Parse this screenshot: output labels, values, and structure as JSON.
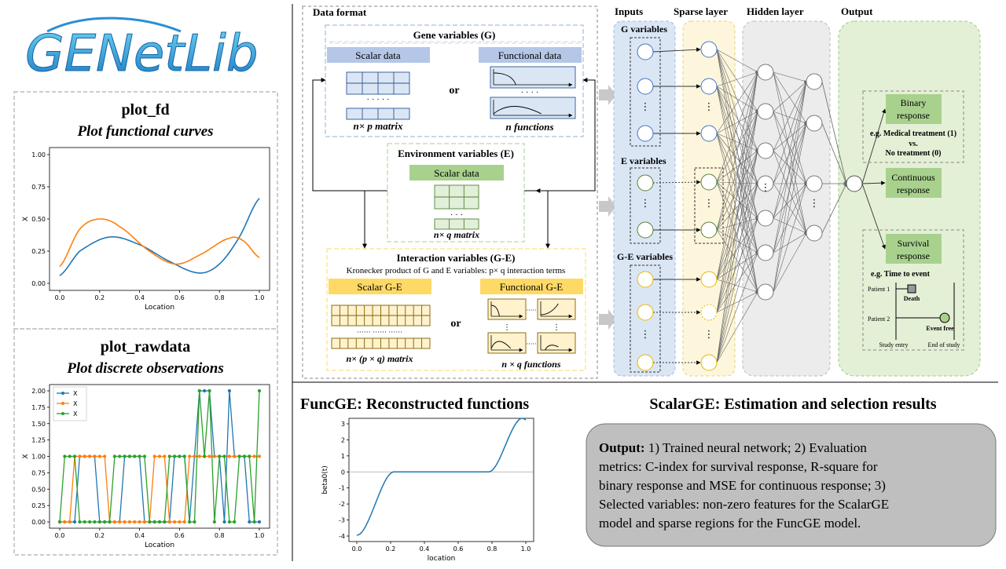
{
  "logo": {
    "text": "GENetLib"
  },
  "plot_fd": {
    "title": "plot_fd",
    "subtitle": "Plot functional curves",
    "xlabel": "Location",
    "ylabel": "X",
    "xticks": [
      "0.0",
      "0.2",
      "0.4",
      "0.6",
      "0.8",
      "1.0"
    ],
    "yticks": [
      "0.00",
      "0.25",
      "0.50",
      "0.75",
      "1.00"
    ]
  },
  "plot_rawdata": {
    "title": "plot_rawdata",
    "subtitle": "Plot discrete observations",
    "xlabel": "Location",
    "ylabel": "X",
    "xticks": [
      "0.0",
      "0.2",
      "0.4",
      "0.6",
      "0.8",
      "1.0"
    ],
    "yticks": [
      "0.00",
      "0.25",
      "0.50",
      "0.75",
      "1.00",
      "1.25",
      "1.50",
      "1.75",
      "2.00"
    ],
    "legend": [
      "X",
      "X",
      "X"
    ]
  },
  "data_format": {
    "title": "Data format",
    "gene": {
      "title": "Gene variables (G)",
      "scalar": "Scalar data",
      "functional": "Functional data",
      "or": "or",
      "dots": "· · · · ·",
      "fdots": "· · · ·",
      "matrix": "n× p matrix",
      "functions": "n  functions"
    },
    "env": {
      "title": "Environment variables (E)",
      "scalar": "Scalar data",
      "dots": "· · ·",
      "matrix": "n× q matrix"
    },
    "inter": {
      "title": "Interaction variables (G-E)",
      "subtitle": "Kronecker product of G and E variables: p× q interaction terms",
      "scalar": "Scalar G-E",
      "functional": "Functional G-E",
      "or": "or",
      "dots": "······ ······ ······",
      "matrix": "n× (p  × q) matrix",
      "functions": "n  × q functions"
    }
  },
  "network": {
    "inputs": "Inputs",
    "sparse": "Sparse layer",
    "hidden": "Hidden layer",
    "output": "Output",
    "g_vars": "G variables",
    "e_vars": "E variables",
    "ge_vars": "G-E variables"
  },
  "outputs": {
    "binary": [
      "Binary",
      "response"
    ],
    "binary_eg": [
      "e.g. Medical treatment (1)",
      "vs.",
      "No treatment (0)"
    ],
    "continuous": [
      "Continuous",
      "response"
    ],
    "survival": [
      "Survival",
      "response"
    ],
    "survival_eg": "e.g. Time to event",
    "patient1": "Patient 1",
    "patient2": "Patient 2",
    "death": "Death",
    "event_free": "Event free",
    "study_entry": "Study entry",
    "end_study": "End of study"
  },
  "funcge": {
    "title": "FuncGE: Reconstructed functions",
    "xlabel": "location",
    "ylabel": "beta0(t)",
    "xticks": [
      "0.0",
      "0.2",
      "0.4",
      "0.6",
      "0.8",
      "1.0"
    ],
    "yticks": [
      "-4",
      "-3",
      "-2",
      "-1",
      "0",
      "1",
      "2",
      "3"
    ]
  },
  "scalarge": {
    "title": "ScalarGE: Estimation and selection results",
    "output_label": "Output:",
    "lines": [
      " 1) Trained neural network; 2) Evaluation",
      "metrics: C-index for survival response, R-square for",
      "binary response and MSE for continuous response; 3)",
      "Selected variables: non-zero features for the ScalarGE",
      "model and  sparse regions for the FuncGE model."
    ]
  },
  "colors": {
    "blue_series": "#1f77b4",
    "orange_series": "#ff7f0e",
    "green_series": "#2ca02c",
    "scalar_header": "#b4c7e7",
    "env_header": "#a9d18e",
    "inter_header": "#ffd966",
    "output_box": "#a9d18e",
    "summary_box": "#bfbfbf"
  }
}
